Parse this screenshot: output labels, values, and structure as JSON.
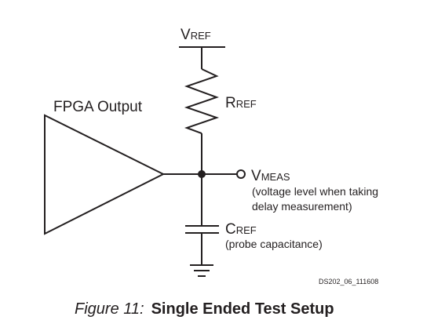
{
  "nodes": {
    "vref": {
      "main": "V",
      "sub": "REF"
    },
    "rref": {
      "main": "R",
      "sub": "REF"
    },
    "vmeas": {
      "main": "V",
      "sub": "MEAS",
      "note_line1": "(voltage level when taking",
      "note_line2": "delay measurement)"
    },
    "cref": {
      "main": "C",
      "sub": "REF",
      "note": "(probe capacitance)"
    }
  },
  "fpga_label": "FPGA Output",
  "doc_id": "DS202_06_111608",
  "caption": {
    "prefix": "Figure 11:",
    "title": "Single Ended Test Setup"
  }
}
